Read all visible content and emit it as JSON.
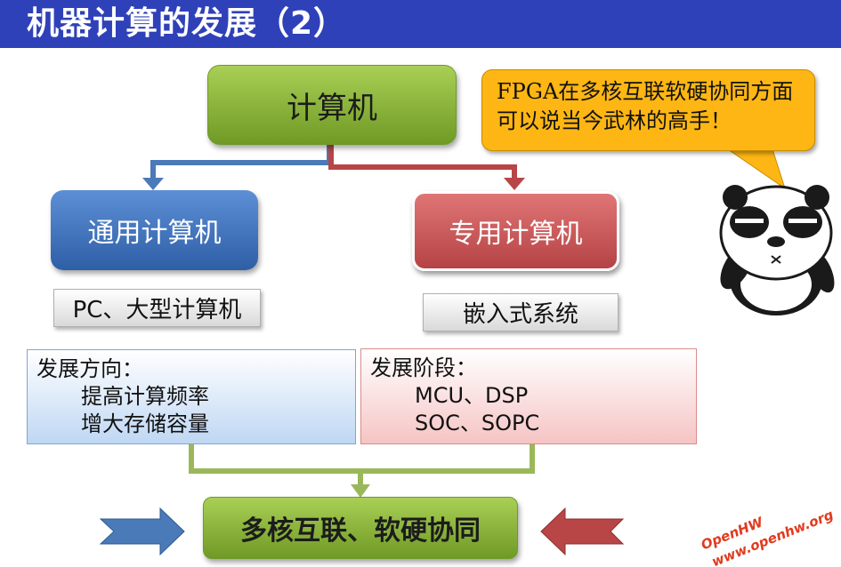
{
  "title": "机器计算的发展（2）",
  "nodes": {
    "root": "计算机",
    "general": "通用计算机",
    "special": "专用计算机",
    "result": "多核互联、软硬协同"
  },
  "tags": {
    "general": "PC、大型计算机",
    "special": "嵌入式系统"
  },
  "panels": {
    "general": {
      "heading": "发展方向：",
      "lines": [
        "提高计算频率",
        "增大存储容量"
      ]
    },
    "special": {
      "heading": "发展阶段：",
      "lines": [
        "MCU、DSP",
        "SOC、SOPC"
      ]
    }
  },
  "speech_bubble": "FPGA在多核互联软硬协同方面可以说当今武林的高手！",
  "watermark": {
    "line1": "OpenHW",
    "line2": "www.openhw.org"
  },
  "colors": {
    "title_bar": "#2f41b8",
    "blue_arrow": "#4a7ab8",
    "red_arrow": "#b84646",
    "green_connector": "#9ab85a",
    "watermark": "#e03a1e"
  }
}
